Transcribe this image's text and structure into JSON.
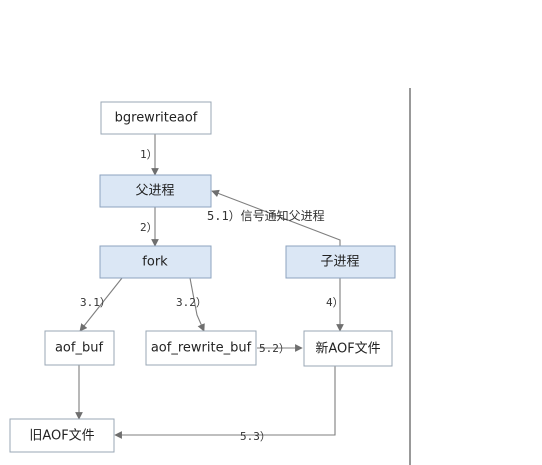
{
  "nodes": {
    "bgrewriteaof": "bgrewriteaof",
    "parent": "父进程",
    "fork": "fork",
    "child": "子进程",
    "aof_buf": "aof_buf",
    "aof_rewrite_buf": "aof_rewrite_buf",
    "new_aof": "新AOF文件",
    "old_aof": "旧AOF文件"
  },
  "edges": {
    "step1": "1）",
    "step2": "2）",
    "step3_1": "3.1）",
    "step3_2": "3.2）",
    "step4": "4）",
    "step5_1": "5.1）信号通知父进程",
    "step5_2": "5.2）",
    "step5_3": "5.3）"
  },
  "colors": {
    "node_fill": "#dbe7f5",
    "node_stroke": "#8ca3bf",
    "edge": "#7f7f7f"
  }
}
